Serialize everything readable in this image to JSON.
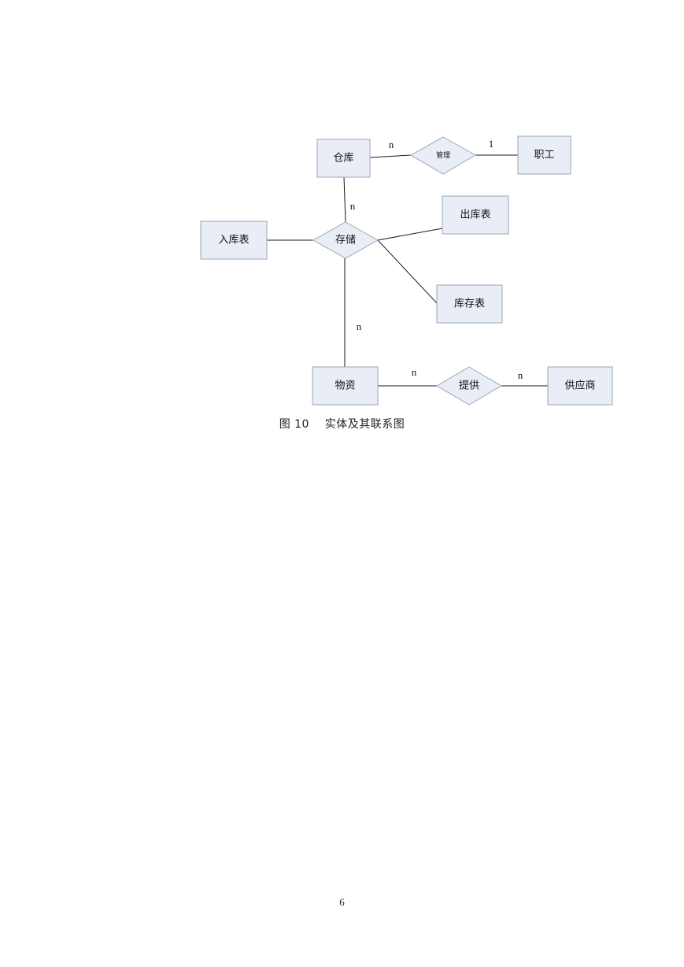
{
  "diagram": {
    "entities": [
      {
        "id": "warehouse",
        "label": "仓库"
      },
      {
        "id": "staff",
        "label": "职工"
      },
      {
        "id": "inbound",
        "label": "入库表"
      },
      {
        "id": "outbound",
        "label": "出库表"
      },
      {
        "id": "stock",
        "label": "库存表"
      },
      {
        "id": "material",
        "label": "物资"
      },
      {
        "id": "supplier",
        "label": "供应商"
      }
    ],
    "relationships": [
      {
        "id": "manage",
        "label": "管理"
      },
      {
        "id": "store",
        "label": "存储"
      },
      {
        "id": "supply",
        "label": "提供"
      }
    ],
    "edges": [
      {
        "from": "warehouse",
        "to": "manage",
        "cardinality": "n"
      },
      {
        "from": "manage",
        "to": "staff",
        "cardinality": "1"
      },
      {
        "from": "warehouse",
        "to": "store",
        "cardinality": "n"
      },
      {
        "from": "inbound",
        "to": "store",
        "cardinality": ""
      },
      {
        "from": "store",
        "to": "outbound",
        "cardinality": ""
      },
      {
        "from": "store",
        "to": "stock",
        "cardinality": ""
      },
      {
        "from": "store",
        "to": "material",
        "cardinality": "n"
      },
      {
        "from": "material",
        "to": "supply",
        "cardinality": "n"
      },
      {
        "from": "supply",
        "to": "supplier",
        "cardinality": "n"
      }
    ]
  },
  "caption": {
    "number": "图 10",
    "text": "实体及其联系图"
  },
  "page_number": "6"
}
